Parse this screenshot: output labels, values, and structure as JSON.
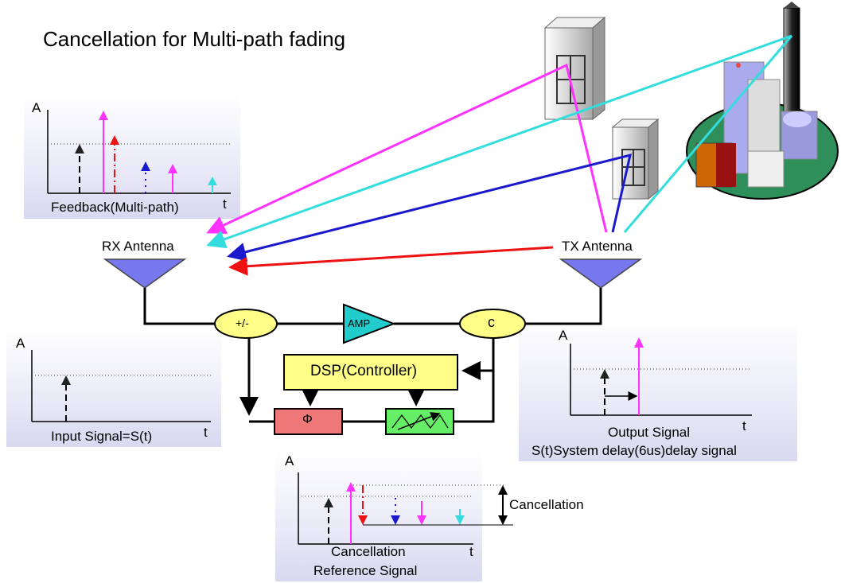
{
  "title": "Cancellation for Multi-path fading",
  "antennas": {
    "rx": "RX Antenna",
    "tx": "TX Antenna"
  },
  "blocks": {
    "sum": "+/-",
    "amp": "AMP",
    "coupler": "c",
    "dsp": "DSP(Controller)",
    "phase": "Φ"
  },
  "panels": {
    "feedback": {
      "axis_y": "A",
      "axis_x": "t",
      "caption": "Feedback(Multi-path)"
    },
    "input": {
      "axis_y": "A",
      "axis_x": "t",
      "caption": "Input Signal=S(t)"
    },
    "output": {
      "axis_y": "A",
      "axis_x": "t",
      "caption_line1": "Output Signal",
      "caption_line2": "S(t)System delay(6us)delay signal"
    },
    "reference": {
      "axis_y": "A",
      "axis_x": "t",
      "caption_line1": "Cancellation",
      "caption_line2": "Reference Signal",
      "side_label": "Cancellation"
    }
  },
  "colors": {
    "magenta": "#ff33ff",
    "cyan": "#33dddd",
    "blue": "#1a1acc",
    "red": "#ee1111",
    "antenna": "#7777ee",
    "yellow_block": "#ffff88",
    "amp": "#22cccc",
    "phase_block": "#ee7777",
    "filter_block": "#66ee66"
  }
}
